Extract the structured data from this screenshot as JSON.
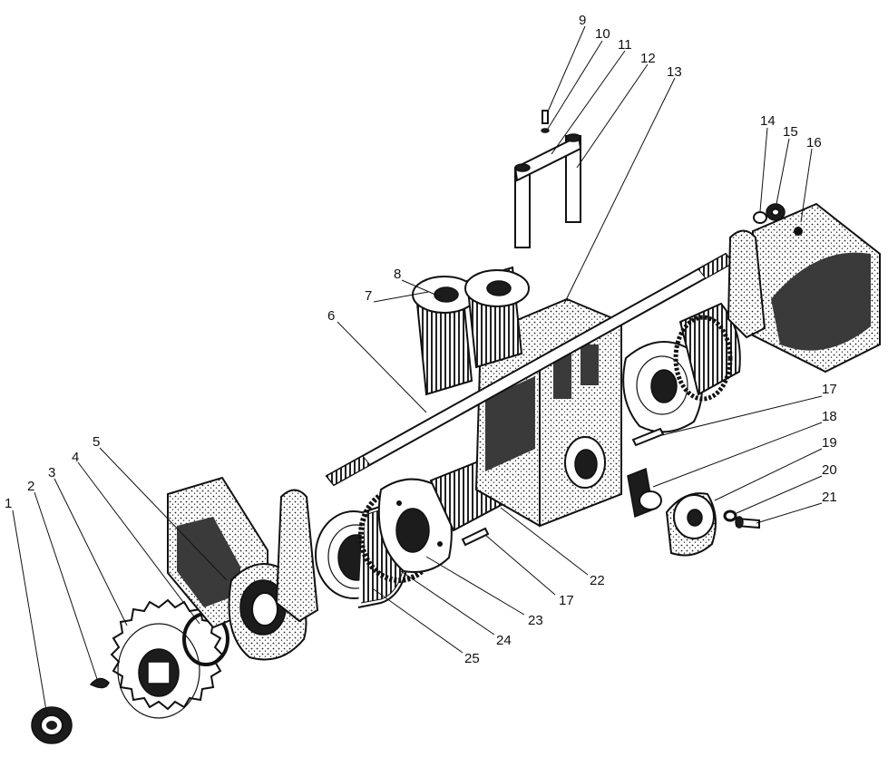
{
  "callouts": [
    {
      "id": "1",
      "label": "1"
    },
    {
      "id": "2",
      "label": "2"
    },
    {
      "id": "3",
      "label": "3"
    },
    {
      "id": "4",
      "label": "4"
    },
    {
      "id": "5",
      "label": "5"
    },
    {
      "id": "6",
      "label": "6"
    },
    {
      "id": "7",
      "label": "7"
    },
    {
      "id": "8",
      "label": "8"
    },
    {
      "id": "9",
      "label": "9"
    },
    {
      "id": "10",
      "label": "10"
    },
    {
      "id": "11",
      "label": "11"
    },
    {
      "id": "12",
      "label": "12"
    },
    {
      "id": "13",
      "label": "13"
    },
    {
      "id": "14",
      "label": "14"
    },
    {
      "id": "15",
      "label": "15"
    },
    {
      "id": "16",
      "label": "16"
    },
    {
      "id": "17a",
      "label": "17"
    },
    {
      "id": "18",
      "label": "18"
    },
    {
      "id": "19",
      "label": "19"
    },
    {
      "id": "20",
      "label": "20"
    },
    {
      "id": "21",
      "label": "21"
    },
    {
      "id": "22",
      "label": "22"
    },
    {
      "id": "17b",
      "label": "17"
    },
    {
      "id": "23",
      "label": "23"
    },
    {
      "id": "24",
      "label": "24"
    },
    {
      "id": "25",
      "label": "25"
    }
  ]
}
